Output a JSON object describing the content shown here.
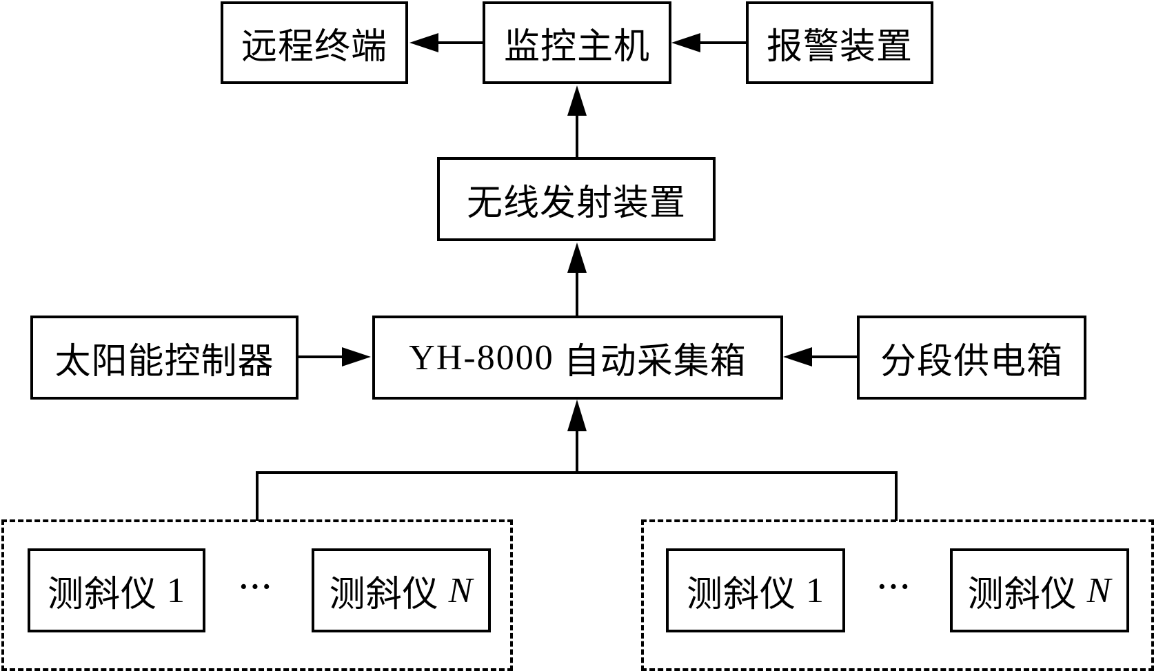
{
  "diagram": {
    "top_row": {
      "remote_terminal": "远程终端",
      "monitor_host": "监控主机",
      "alarm_device": "报警装置"
    },
    "wireless_transmitter": "无线发射装置",
    "middle_row": {
      "solar_controller": "太阳能控制器",
      "collector_model": "YH-8000",
      "collector_name": "自动采集箱",
      "power_supply_box": "分段供电箱"
    },
    "sensor_groups": [
      {
        "first": {
          "label": "测斜仪",
          "index": "1"
        },
        "ellipsis": "···",
        "last": {
          "label": "测斜仪",
          "index": "N"
        }
      },
      {
        "first": {
          "label": "测斜仪",
          "index": "1"
        },
        "ellipsis": "···",
        "last": {
          "label": "测斜仪",
          "index": "N"
        }
      }
    ],
    "edges": [
      {
        "from": "monitor_host",
        "to": "remote_terminal"
      },
      {
        "from": "alarm_device",
        "to": "monitor_host"
      },
      {
        "from": "wireless_transmitter",
        "to": "monitor_host"
      },
      {
        "from": "collector",
        "to": "wireless_transmitter"
      },
      {
        "from": "solar_controller",
        "to": "collector"
      },
      {
        "from": "power_supply_box",
        "to": "collector"
      },
      {
        "from": "sensor_group_1",
        "to": "collector"
      },
      {
        "from": "sensor_group_2",
        "to": "collector"
      }
    ]
  }
}
